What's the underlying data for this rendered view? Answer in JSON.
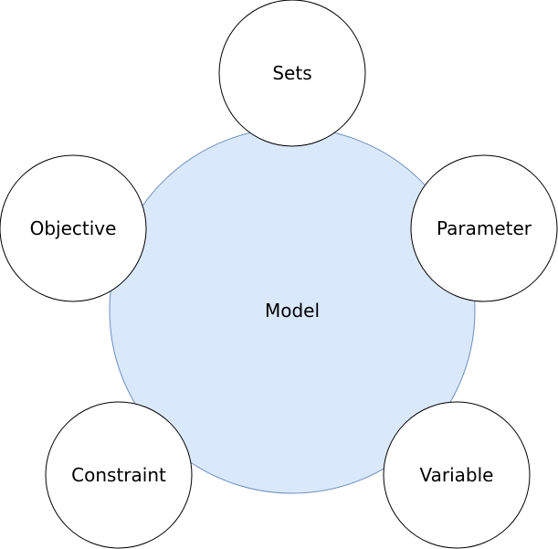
{
  "diagram": {
    "center": {
      "label": "Model",
      "fill": "#dae8fc",
      "stroke": "#6c8ebf"
    },
    "nodes": [
      {
        "id": "sets",
        "label": "Sets"
      },
      {
        "id": "parameter",
        "label": "Parameter"
      },
      {
        "id": "variable",
        "label": "Variable"
      },
      {
        "id": "constraint",
        "label": "Constraint"
      },
      {
        "id": "objective",
        "label": "Objective"
      }
    ],
    "node_fill": "#ffffff",
    "node_stroke": "#000000"
  }
}
